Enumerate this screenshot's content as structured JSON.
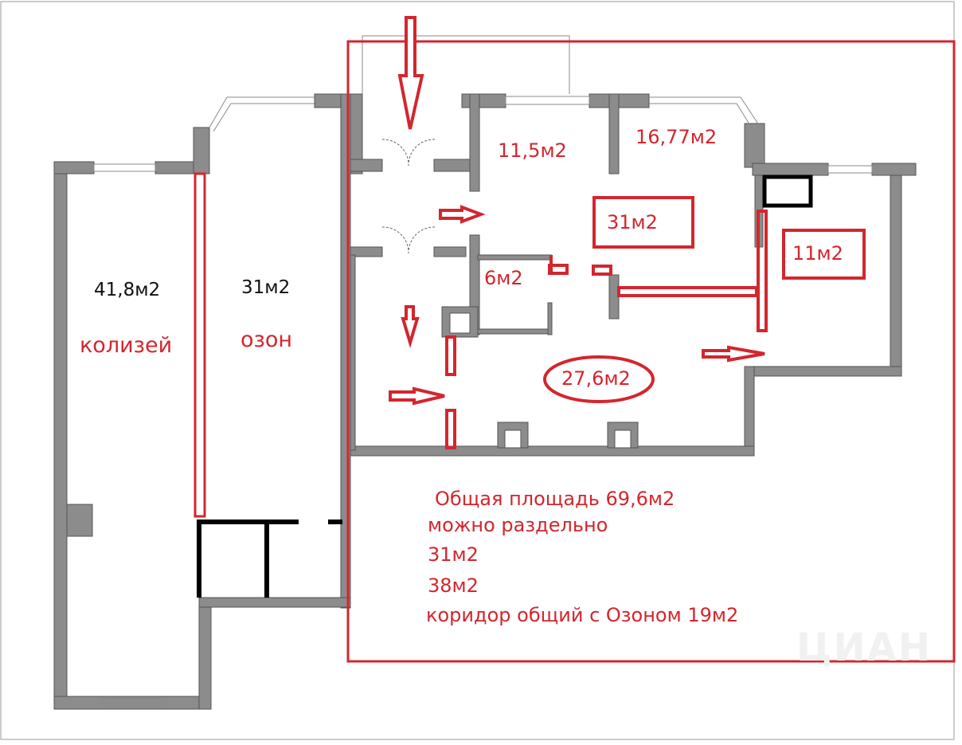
{
  "colors": {
    "annotation": "#d3262e",
    "wall": "#8c8c8c",
    "ink": "#111111"
  },
  "rooms": {
    "kolizey_area": "41,8м2",
    "kolizey_name": "колизей",
    "ozon_area": "31м2",
    "ozon_name": "озон",
    "room_11_5": "11,5м2",
    "room_16_77": "16,77м2",
    "room_31_boxed": "31м2",
    "room_11_boxed": "11м2",
    "room_6": "6м2",
    "room_27_6": "27,6м2"
  },
  "notes": {
    "total": "Общая площадь 69,6м2",
    "separately": "можно раздельно",
    "part1": "31м2",
    "part2": "38м2",
    "corridor": "коридор общий с Озоном 19м2"
  },
  "watermark": "ЦИАН"
}
